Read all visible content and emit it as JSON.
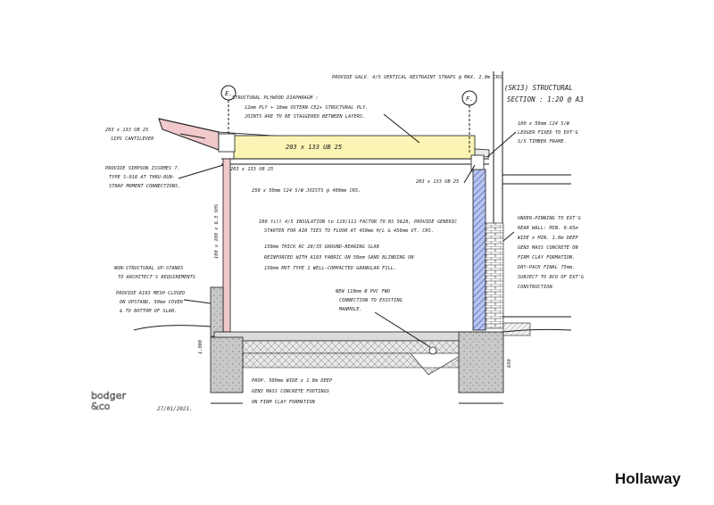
{
  "drawing": {
    "title_line1": "(SK13) STRUCTURAL",
    "title_line2": "SECTION : 1:20 @ A3",
    "grid_e": "E.",
    "grid_f": "F.",
    "date": "27/01/2021.",
    "logo_line1": "bodger",
    "logo_line2": "&co",
    "brand": "Hollaway",
    "notes": {
      "restraint": "PROVIDE GALV. 4/5 VERTICAL RESTRAINT STRAPS @ MAX. 2.0m CRS.",
      "diaphragm_1": "STRUCTURAL PLYWOOD DIAPHRAGM :",
      "diaphragm_2": "12mm PLY + 18mm OSTERN CE2+ STRUCTURAL PLY.",
      "diaphragm_3": "JOINTS ARE TO BE STAGGERED BETWEEN LAYERS.",
      "beam_main": "203 x 133 UB 25",
      "beam_left_top": "203 x 133 UB 25",
      "beam_left_2": "203 x 133 UB 25",
      "beam_right": "203 x 133 UB 25",
      "cantilever_1": "203 x 133 UB 25",
      "cantilever_2": "SIPS CANTILEVER",
      "joists": "250 x 50mm C24 S/W JOISTS @ 400mm CRS.",
      "ledger_1": "100 x 50mm C24 S/W",
      "ledger_2": "LEDGER FIXED TO EXT'G",
      "ledger_3": "S/S TIMBER FRAME.",
      "simpson_1": "PROVIDE SIMPSON ISSOMES 7.",
      "simpson_2": "TYPE S-016 AT THRU-RUN-",
      "simpson_3": "STRAP MOMENT CONNECTIONS.",
      "column": "100 x 100 x 6.3 SHS",
      "insulation_1": "100 fill 4/5 INSULATION to 110/111 FACTOR TO BS 5628, PROVIDE GENERIC",
      "insulation_2": "STARTER FOR AIR TIES TO FLOOR AT 450mm H/L & 450mm VT. CRS.",
      "slab_1": "150mm THICK RC 28/35 GROUND-BEARING SLAB",
      "slab_2": "REINFORCED WITH A193 FABRIC ON 50mm SAND BLINDING ON",
      "slab_3": "150mm MOT TYPE 1 WELL-COMPACTED GRANULAR FILL.",
      "upstand_1": "NON-STRUCTURAL UP-STANDS",
      "upstand_2": "TO ARCHITECT'S REQUIREMENTS",
      "mesh_1": "PROVIDE A193 MESH CLOSED",
      "mesh_2": "ON UPSTAND, 50mm COVER",
      "mesh_3": "& TO BOTTOM OF SLAB.",
      "drain_1": "NEW 110mm Ø PVC FWD",
      "drain_2": "CONNECTION TO EXISTING",
      "drain_3": "MANHOLE.",
      "under_1": "UNDER-PINNING TO EXT'G",
      "under_2": "REAR WALL: MIN. 0.65m",
      "under_3": "WIDE x MIN. 1.0m DEEP",
      "under_4": "GEN3 MASS CONCRETE ON",
      "under_5": "FIRM CLAY FORMATION.",
      "under_6": "DRY-PACK FINAL 75mm.",
      "under_7": "SUBJECT TO BCO OF EXT'G",
      "under_8": "CONSTRUCTION.",
      "found_1": "PROP. 500mm WIDE x 1.0m DEEP",
      "found_2": "GEN3 MASS CONCRETE FOOTINGS",
      "found_3": "ON FIRM CLAY FORMATION",
      "dim_left": "1.000",
      "dim_right": "650"
    }
  }
}
